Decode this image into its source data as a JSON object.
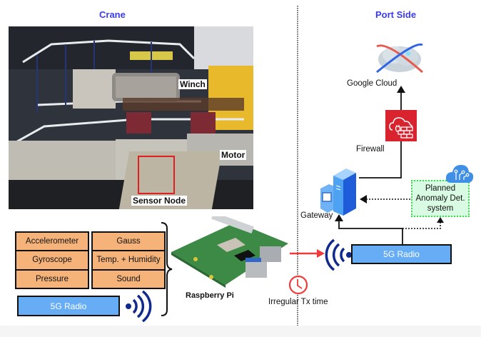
{
  "sections": {
    "left_title": "Crane",
    "right_title": "Port Side"
  },
  "photo": {
    "labels": {
      "winch": "Winch",
      "motor": "Motor",
      "sensor_node": "Sensor Node"
    },
    "highlight_color": "#e02020"
  },
  "sensors": [
    "Accelerometer",
    "Gauss",
    "Gyroscope",
    "Temp. + Humidity",
    "Pressure",
    "Sound"
  ],
  "crane_radio": {
    "label": "5G Radio"
  },
  "raspberry_pi": {
    "label": "Raspberry Pi"
  },
  "transmission": {
    "label": "Irregular Tx time"
  },
  "port_radio": {
    "label": "5G Radio"
  },
  "gateway": {
    "label": "Gateway"
  },
  "firewall": {
    "label": "Firewall"
  },
  "cloud": {
    "label": "Google Cloud"
  },
  "anomaly": {
    "line1": "Planned",
    "line2": "Anomaly Det.",
    "line3": "system"
  },
  "colors": {
    "title_blue": "#3b3bf0",
    "sensor_orange": "#f5b279",
    "radio_blue": "#66adf5",
    "wifi_navy": "#0f2a8c",
    "tx_red": "#f03a3a",
    "firewall_red": "#d9232e",
    "planned_fill": "#d9fbe3",
    "planned_border": "#3ddc4f"
  }
}
